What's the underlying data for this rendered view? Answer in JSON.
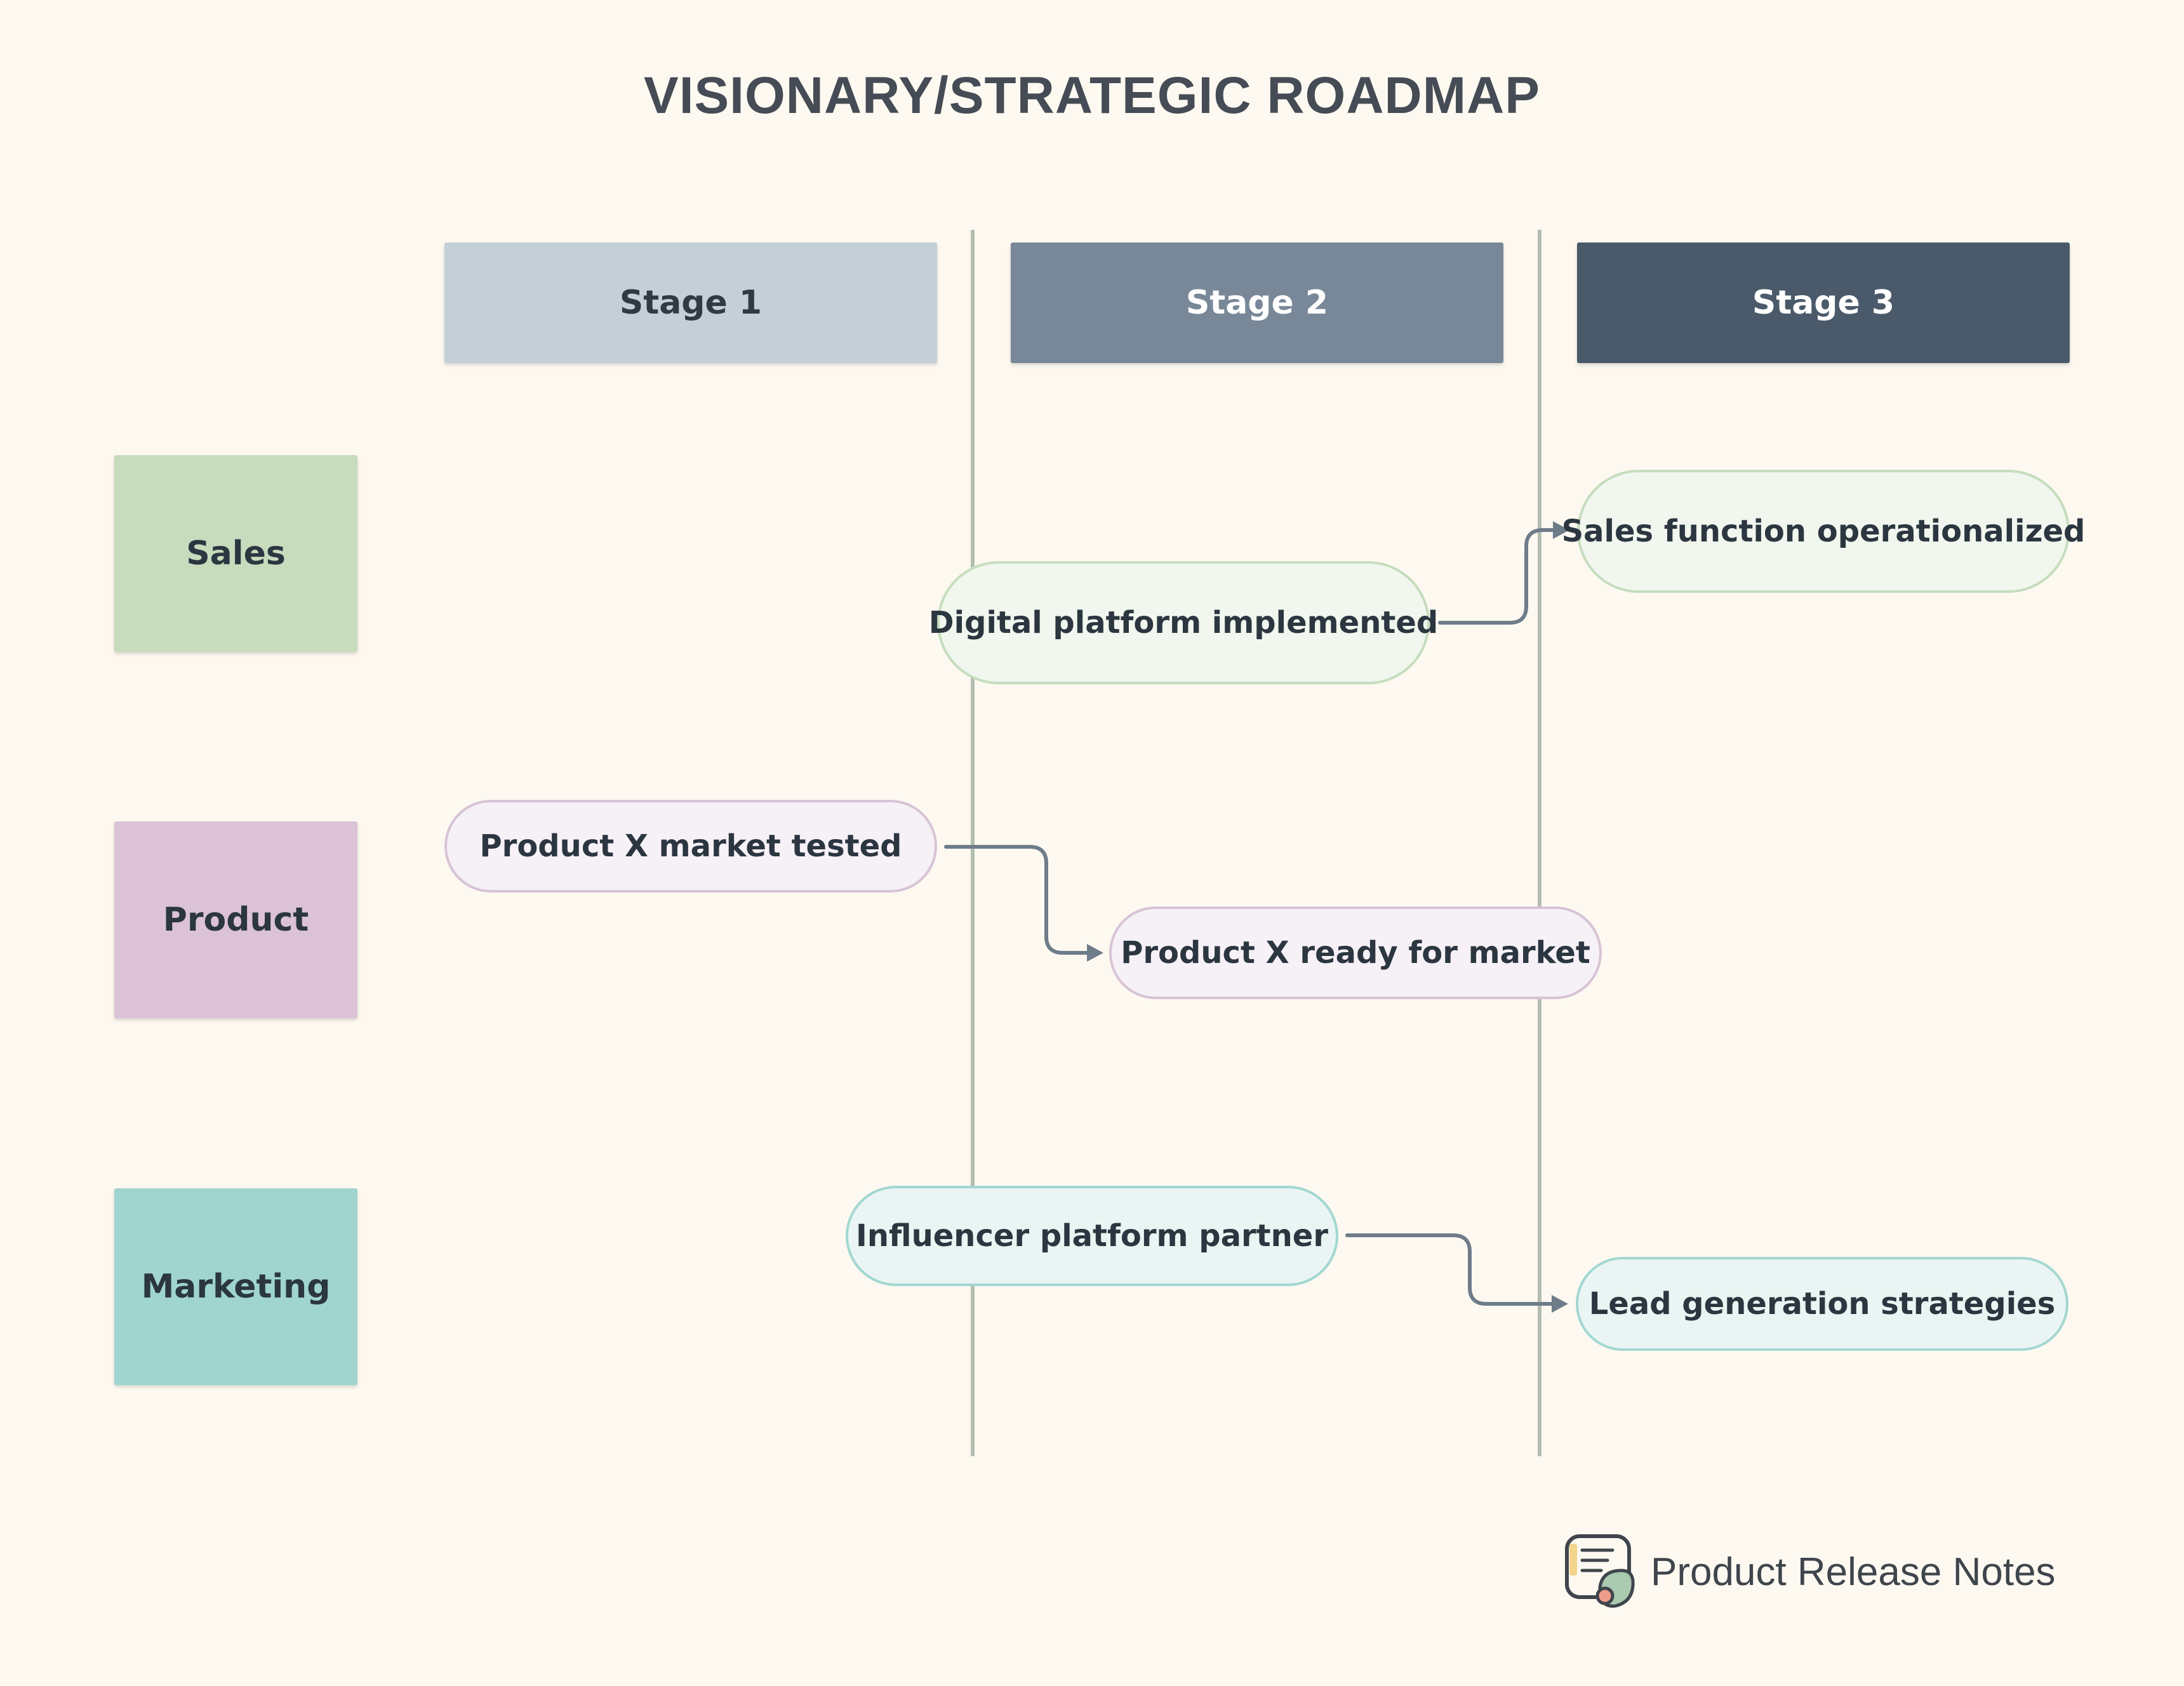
{
  "title": "VISIONARY/STRATEGIC ROADMAP",
  "stages": [
    "Stage 1",
    "Stage 2",
    "Stage 3"
  ],
  "lanes": [
    "Sales",
    "Product",
    "Marketing"
  ],
  "items": {
    "digital_platform": "Digital platform implemented",
    "sales_function": "Sales function operationalized",
    "product_tested": "Product X market tested",
    "product_ready": "Product X ready for market",
    "influencer": "Influencer platform partner",
    "lead_generation": "Lead generation strategies"
  },
  "connections": [
    {
      "from": "Digital platform implemented",
      "to": "Sales function operationalized"
    },
    {
      "from": "Product X market tested",
      "to": "Product X ready for market"
    },
    {
      "from": "Influencer platform partner",
      "to": "Lead generation strategies"
    }
  ],
  "colors": {
    "background": "#fdf9f1",
    "stage_1": "#c4cfd8",
    "stage_2": "#798898",
    "stage_3": "#4a5a6a",
    "sales": "#c7dbbd",
    "product": "#dbc2d5",
    "marketing": "#9fd4cf",
    "connector": "#6f7c8a"
  },
  "brand": {
    "name": "Product Release Notes",
    "icon": "release-notes-logo-icon"
  }
}
